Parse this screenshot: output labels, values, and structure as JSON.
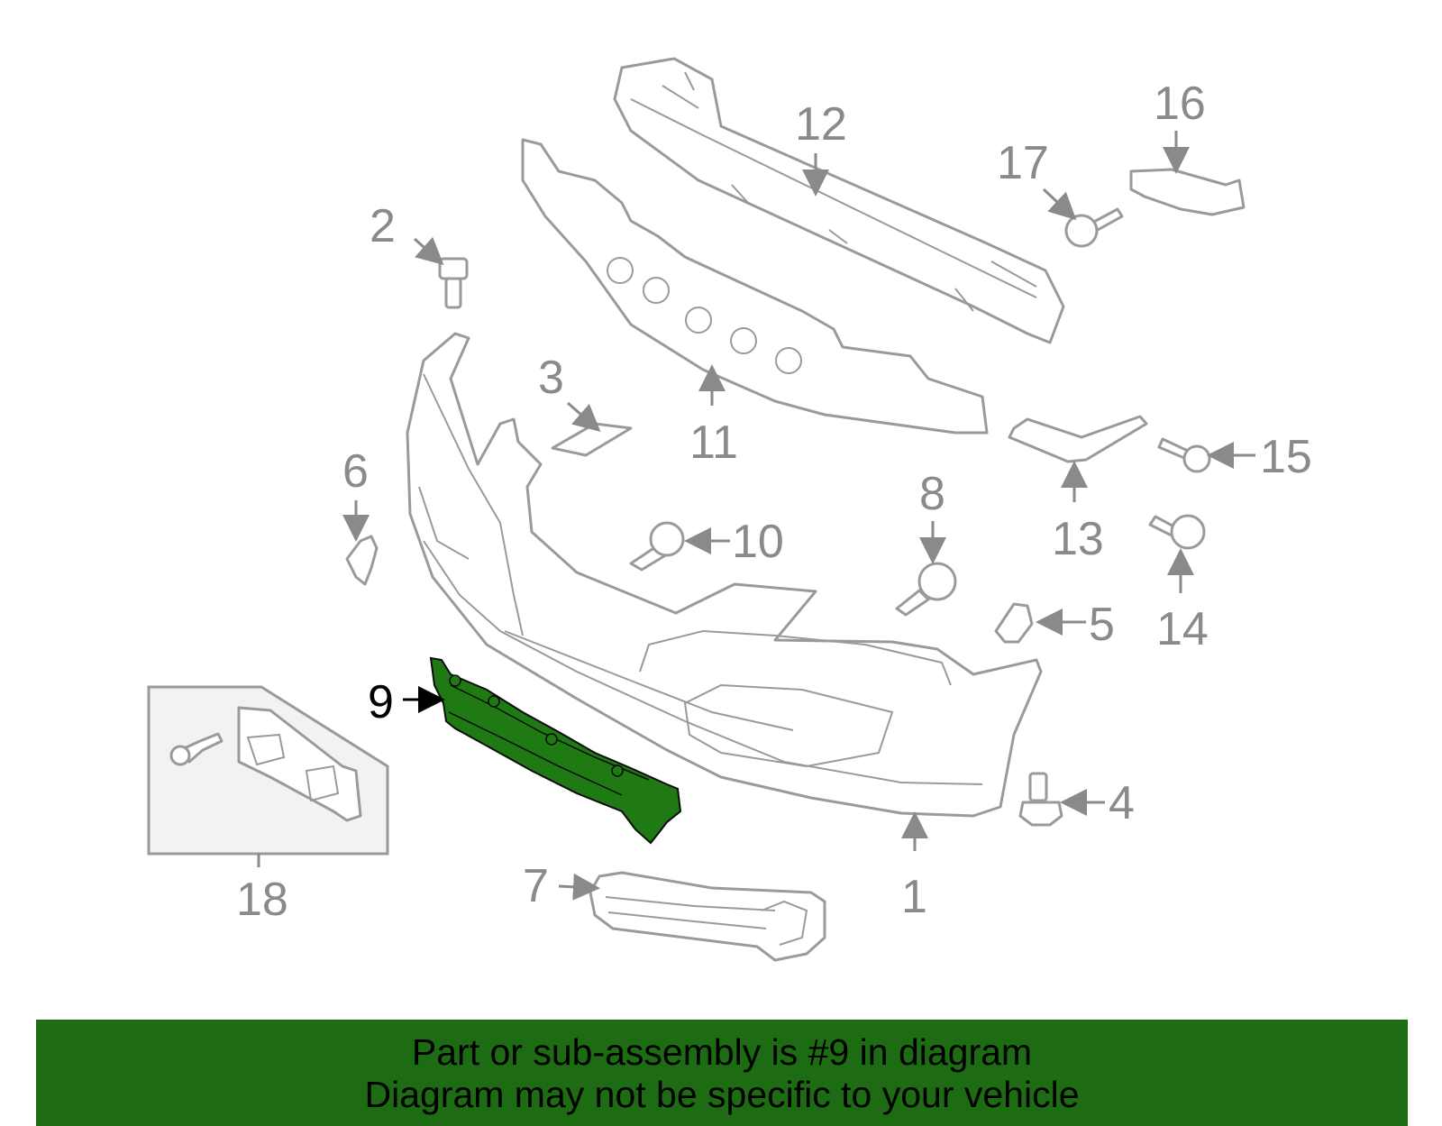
{
  "diagram": {
    "callouts": [
      "1",
      "2",
      "3",
      "4",
      "5",
      "6",
      "7",
      "8",
      "9",
      "10",
      "11",
      "12",
      "13",
      "14",
      "15",
      "16",
      "17",
      "18"
    ],
    "highlighted_part": "9",
    "colors": {
      "highlight": "#1f7a14",
      "line": "#9a9a9a",
      "banner": "#1d6b12"
    }
  },
  "banner": {
    "line1": "Part or sub-assembly is #9 in diagram",
    "line2": "Diagram may not be specific to your vehicle"
  }
}
